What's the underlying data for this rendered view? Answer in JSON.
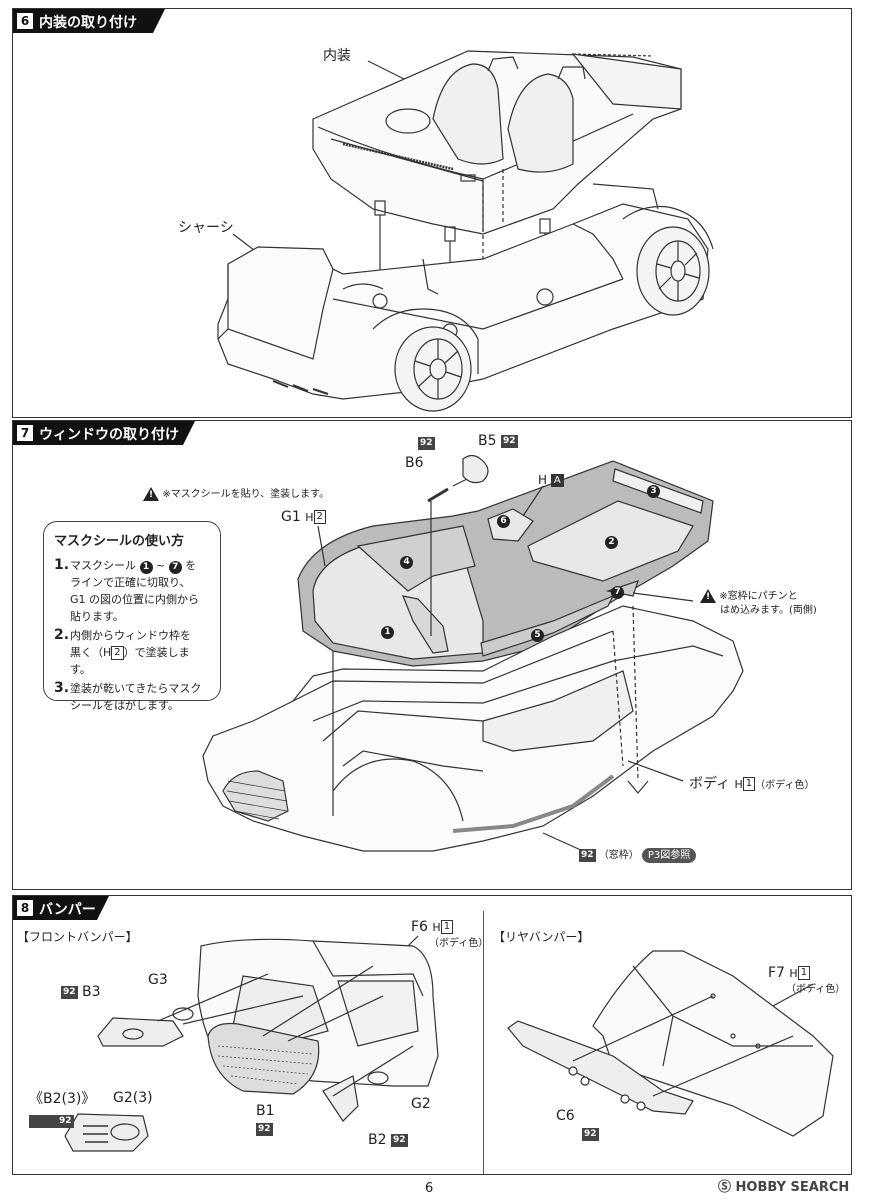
{
  "step6": {
    "num": "6",
    "title": "内装の取り付け",
    "label_interior": "内装",
    "label_chassis": "シャーシ"
  },
  "step7": {
    "num": "7",
    "title": "ウィンドウの取り付け",
    "warn_note": "※マスクシールを貼り、塗装します。",
    "b5": "B5",
    "b6": "B6",
    "ha_h": "H",
    "ha_a": "A",
    "g1": "G1",
    "g1_h": "H",
    "g1_hnum": "2",
    "mask": {
      "title": "マスクシールの使い方",
      "s1_num": "1.",
      "s1_a": "マスクシール",
      "s1_from": "1",
      "s1_tilde": "~",
      "s1_to": "7",
      "s1_b": "を",
      "s1_c": "ラインで正確に切取り、",
      "s1_d": "G1 の図の位置に内側から",
      "s1_e": "貼ります。",
      "s2_num": "2.",
      "s2_a": "内側からウィンドウ枠を",
      "s2_b1": "黒く（",
      "s2_b_h": "H",
      "s2_b_n": "2",
      "s2_b2": "）で塗装します。",
      "s3_num": "3.",
      "s3_a": "塗装が乾いてきたらマスク",
      "s3_b": "シールをはがします。"
    },
    "window_nums": [
      "1",
      "2",
      "3",
      "4",
      "5",
      "6",
      "7"
    ],
    "note_right_1": "※窓枠にパチンと",
    "note_right_2": "はめ込みます。(両側)",
    "body": "ボディ",
    "body_h": "H",
    "body_hnum": "1",
    "body_color": "（ボディ色）",
    "frame": "（窓枠）",
    "p3": "P3図参照"
  },
  "step8": {
    "num": "8",
    "title": "バンパー",
    "front": "【フロントバンパー】",
    "rear": "【リヤバンパー】",
    "f6": "F6",
    "f6_h": "H",
    "f6_hnum": "1",
    "f6_color": "（ボディ色）",
    "f7": "F7",
    "f7_h": "H",
    "f7_hnum": "1",
    "f7_color": "（ボディ色）",
    "b3": "B3",
    "g3": "G3",
    "b1": "B1",
    "g2": "G2",
    "b2": "B2",
    "b2x3": "《B2(3)》",
    "g2x3": "G2(3)",
    "c6": "C6"
  },
  "paint92": "92",
  "page_number": "6",
  "watermark": "HOBBY SEARCH"
}
